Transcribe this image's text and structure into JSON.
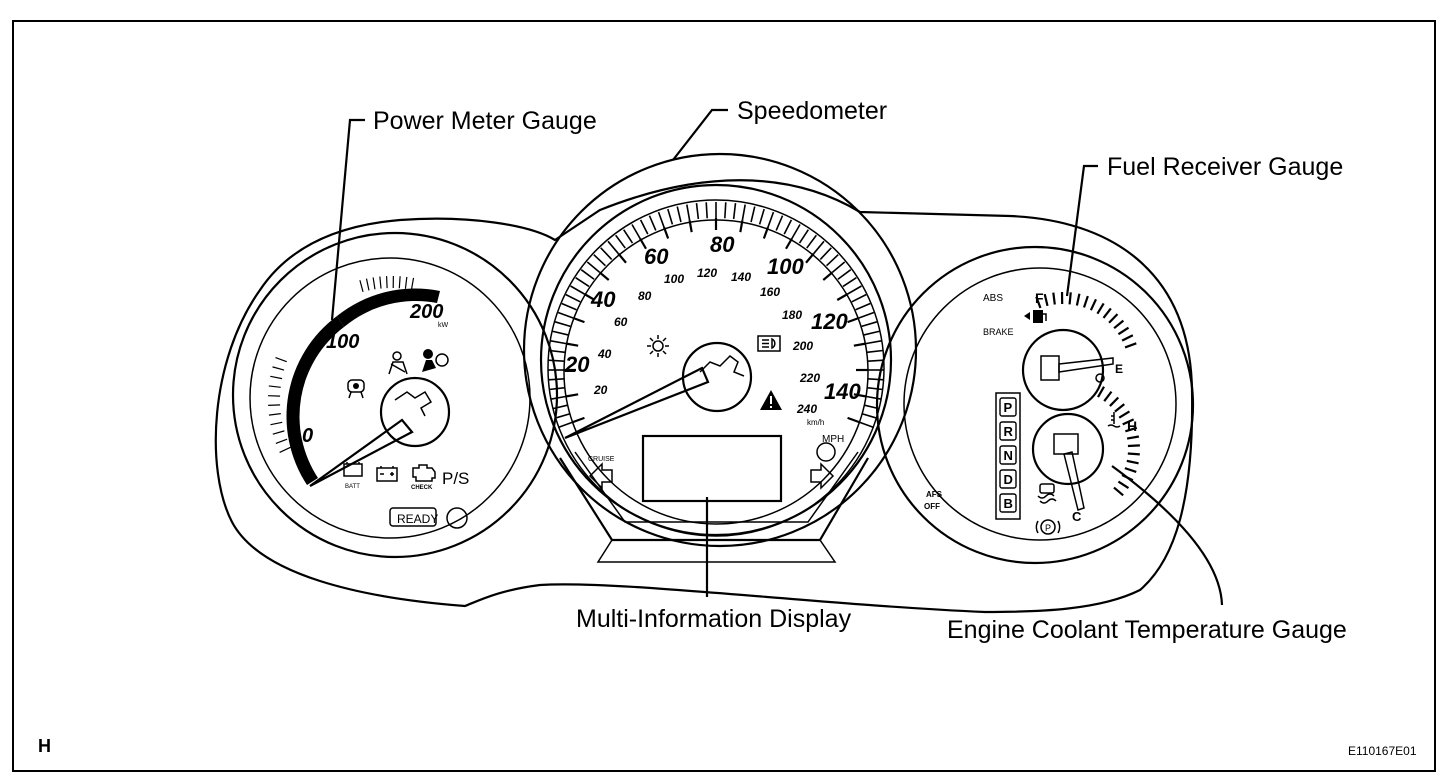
{
  "callouts": {
    "power_meter": "Power Meter Gauge",
    "speedometer": "Speedometer",
    "fuel": "Fuel Receiver Gauge",
    "mid": "Multi-Information Display",
    "coolant": "Engine Coolant Temperature Gauge"
  },
  "power_meter": {
    "scale": [
      "0",
      "100",
      "200"
    ],
    "unit": "kW",
    "indicators": {
      "ps": "P/S",
      "ready": "READY",
      "check": "CHECK",
      "batt": "BATT"
    }
  },
  "speedometer": {
    "mph_scale": [
      "20",
      "40",
      "60",
      "80",
      "100",
      "120",
      "140"
    ],
    "kmh_scale": [
      "20",
      "40",
      "60",
      "80",
      "100",
      "120",
      "140",
      "160",
      "180",
      "200",
      "220",
      "240"
    ],
    "unit_mph": "MPH",
    "unit_kmh": "km/h",
    "cruise": "CRUISE"
  },
  "right_cluster": {
    "abs": "ABS",
    "brake": "BRAKE",
    "fuel_f": "F",
    "fuel_e": "E",
    "temp_h": "H",
    "temp_c": "C",
    "afs_line1": "AFS",
    "afs_line2": "OFF",
    "gears": [
      "P",
      "R",
      "N",
      "D",
      "B"
    ]
  },
  "corner_letter": "H",
  "figure_code": "E110167E01"
}
